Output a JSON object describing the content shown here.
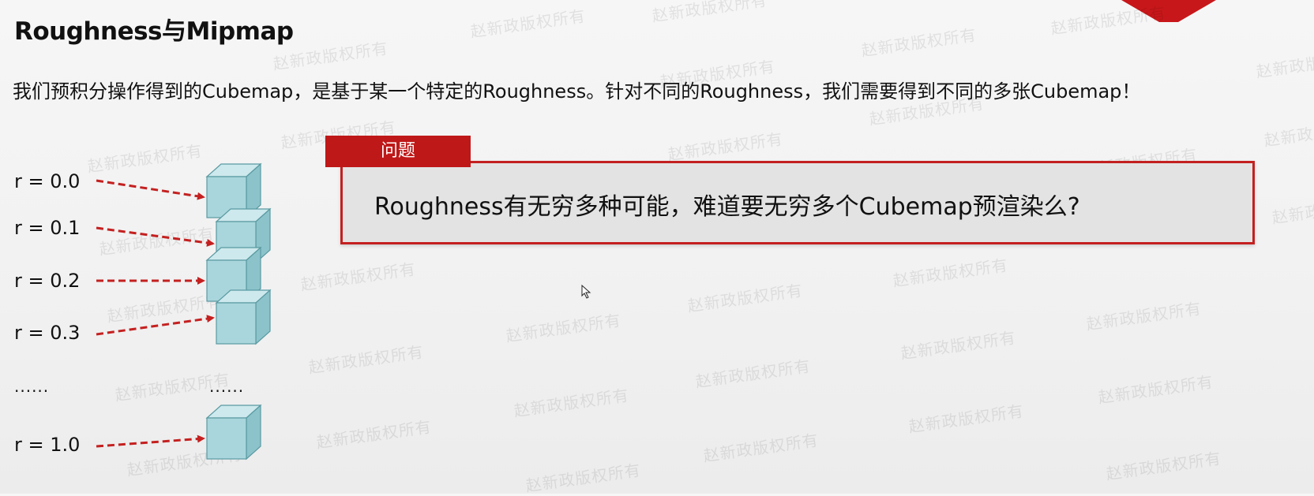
{
  "slide": {
    "title": "Roughness与Mipmap",
    "description": "我们预积分操作得到的Cubemap，是基于某一个特定的Roughness。针对不同的Roughness，我们需要得到不同的多张Cubemap！",
    "roughness_labels": [
      "r = 0.0",
      "r = 0.1",
      "r = 0.2",
      "r = 0.3",
      "r = 1.0"
    ],
    "ellipsis": "......",
    "question": {
      "tab_label": "问题",
      "text": "Roughness有无穷多种可能，难道要无穷多个Cubemap预渲染么?"
    },
    "watermark": "赵新政版权所有"
  },
  "colors": {
    "accent_red": "#c42020",
    "cube_face": "#a9d6dc",
    "cube_top": "#cde9ed",
    "cube_side": "#8cc3ca",
    "cube_edge": "#5a9aa2"
  }
}
